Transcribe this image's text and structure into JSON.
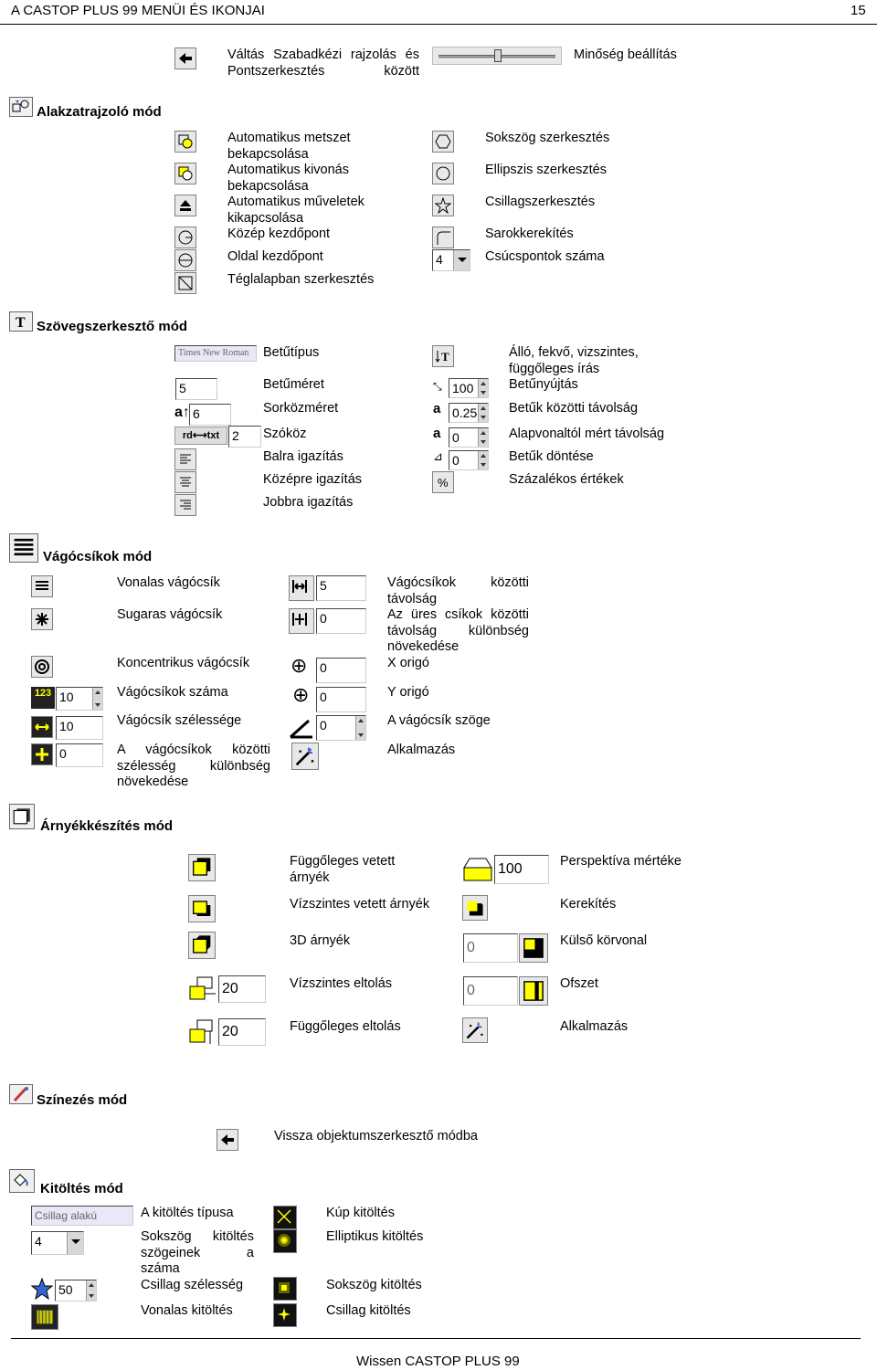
{
  "header": {
    "title": "A CASTOP PLUS 99 MENÜI ÉS IKONJAI",
    "page": "15"
  },
  "top": {
    "toggle": "Váltás Szabadkézi rajzolás és Pontszerkesztés között",
    "quality": "Minőség beállítás"
  },
  "shape": {
    "title": "Alakzatrajzoló mód",
    "left": [
      "Automatikus metszet bekapcsolása",
      "Automatikus kivonás bekapcsolása",
      "Automatikus műveletek kikapcsolása",
      "Közép kezdőpont",
      "Oldal kezdőpont",
      "Téglalapban szerkesztés"
    ],
    "right": [
      "Sokszög szerkesztés",
      "Ellipszis szerkesztés",
      "Csillagszerkesztés",
      "Sarokkerekítés",
      "Csúcspontok száma"
    ],
    "vertex_value": "4"
  },
  "text": {
    "title": "Szövegszerkesztő mód",
    "font_field": "Times New Roman",
    "size_val": "5",
    "line_val": "6",
    "word_val": "2",
    "word_icon": "rd⟷txt",
    "left": [
      "Betűtípus",
      "Betűméret",
      "Sorközméret",
      "Szóköz",
      "Balra igazítás",
      "Középre igazítás",
      "Jobbra igazítás"
    ],
    "right": [
      "Álló, fekvő, vizszintes, függőleges írás",
      "Betűnyújtás",
      "Betűk közötti távolság",
      "Alapvonaltól mért távolság",
      "Betűk döntése",
      "Százalékos értékek"
    ],
    "stretch_val": "100",
    "spacing_val": "0.25",
    "baseline_val": "0",
    "slant_val": "0"
  },
  "clip": {
    "title": "Vágócsíkok mód",
    "left": [
      "Vonalas vágócsík",
      "Sugaras vágócsík",
      "Koncentrikus vágócsík",
      "Vágócsíkok száma",
      "Vágócsík szélessége",
      "A vágócsíkok közötti szélesség különbség növekedése"
    ],
    "right": [
      "Vágócsíkok közötti távolság",
      "Az üres csíkok közötti távolság különbség növekedése",
      "X origó",
      "Y origó",
      "A vágócsík szöge",
      "Alkalmazás"
    ],
    "count_val": "10",
    "width_val": "10",
    "diff_val": "0",
    "gap_val": "5",
    "empty_val": "0",
    "x_val": "0",
    "y_val": "0",
    "angle_val": "0",
    "count_icon": "123"
  },
  "shadow": {
    "title": "Árnyékkészítés mód",
    "left": [
      "Függőleges vetett árnyék",
      "Vízszintes vetett árnyék",
      "3D árnyék",
      "Vízszintes eltolás",
      "Függőleges eltolás"
    ],
    "right": [
      "Perspektíva mértéke",
      "Kerekítés",
      "Külső körvonal",
      "Ofszet",
      "Alkalmazás"
    ],
    "h_val": "20",
    "v_val": "20",
    "persp_val": "100",
    "outline_val": "0",
    "offset_val": "0"
  },
  "color": {
    "title": "Színezés mód",
    "back": "Vissza objektumszerkesztő módba"
  },
  "fill": {
    "title": "Kitöltés mód",
    "type_field": "Csillag alakú",
    "sides_val": "4",
    "width_val": "50",
    "left": [
      "A kitöltés típusa",
      "Sokszög kitöltés szögeinek a száma",
      "Csillag szélesség",
      "Vonalas kitöltés"
    ],
    "right": [
      "Kúp kitöltés",
      "Elliptikus kitöltés",
      "Sokszög kitöltés",
      "Csillag kitöltés"
    ]
  },
  "footer": "Wissen CASTOP PLUS 99"
}
